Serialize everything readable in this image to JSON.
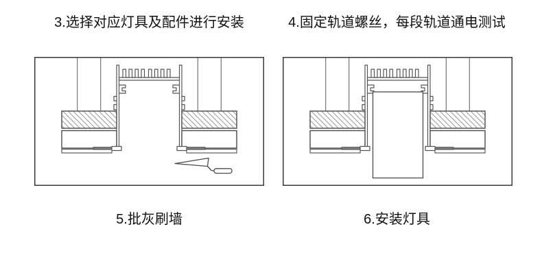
{
  "colors": {
    "background": "#ffffff",
    "line": "#4a4a4a",
    "box_border": "#3a3a3a",
    "hatch": "#9b9b9b",
    "text": "#111111"
  },
  "panels": [
    {
      "top_label": "3.选择对应灯具及配件进行安装",
      "bottom_label": "5.批灰刷墙",
      "diagram": "recessed-track-ceiling-cross-section",
      "extra_element": "plastering-trowel-icon"
    },
    {
      "top_label": "4.固定轨道螺丝，每段轨道通电测试",
      "bottom_label": "6.安装灯具",
      "diagram": "recessed-track-ceiling-cross-section",
      "extra_element": "lamp-fixture-body"
    }
  ]
}
